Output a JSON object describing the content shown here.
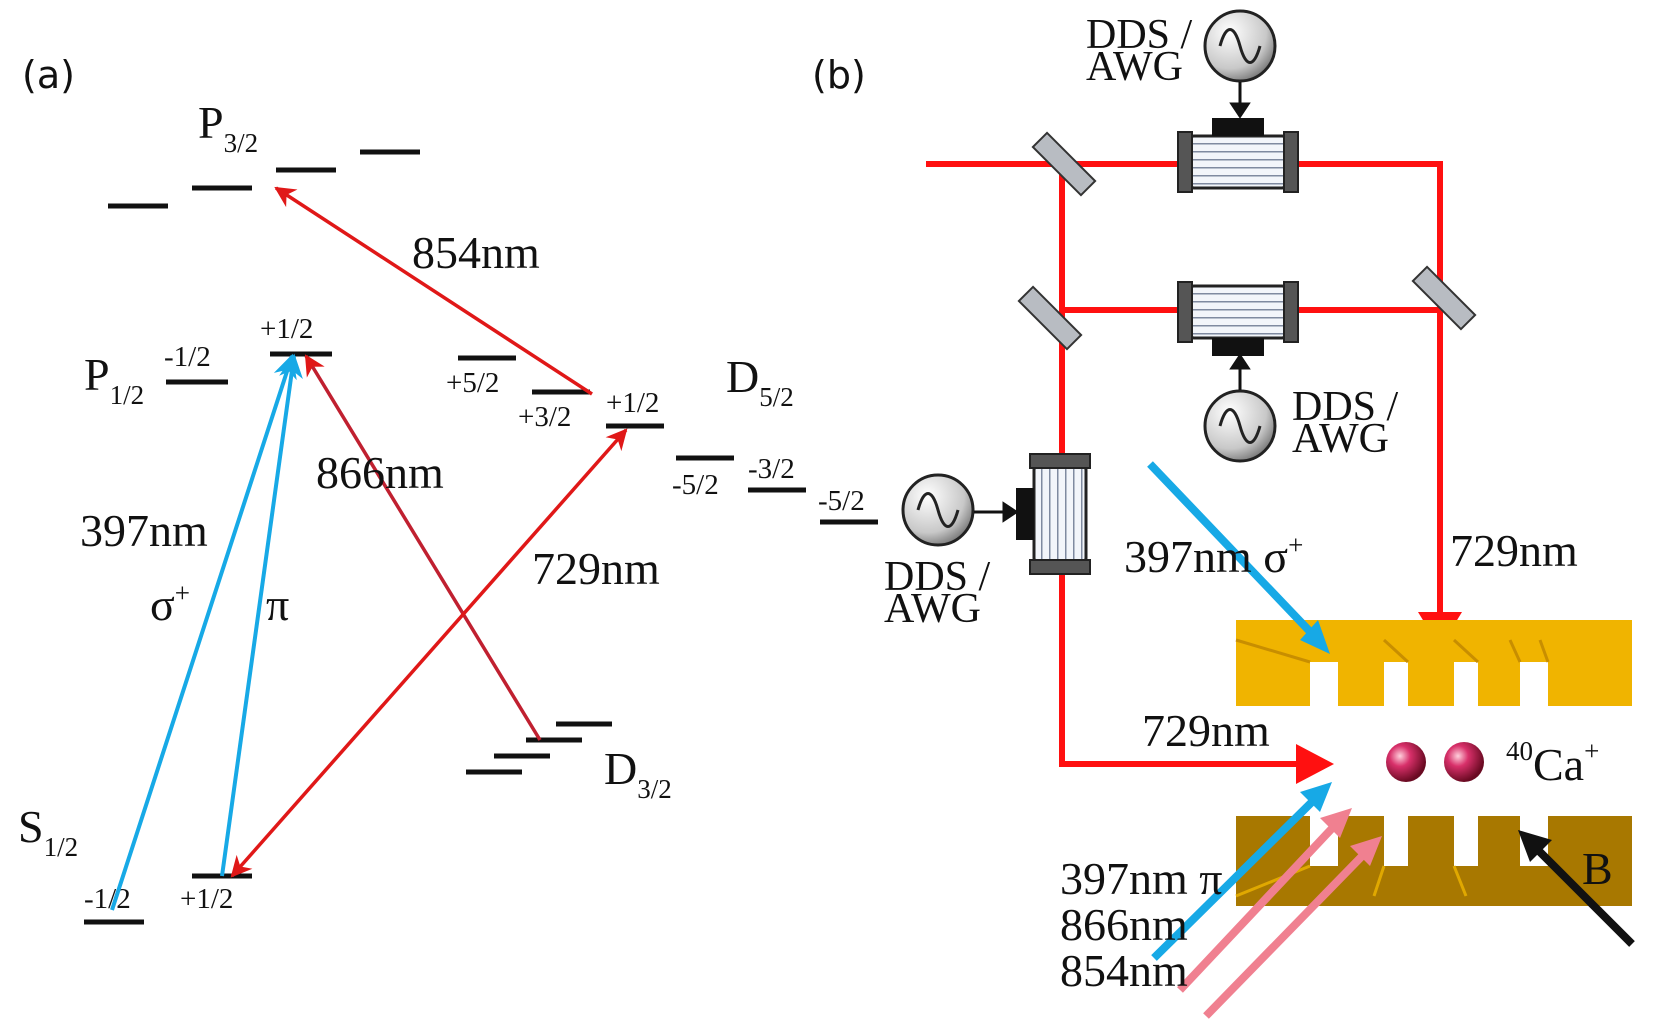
{
  "panels": {
    "a": "(a)",
    "b": "(b)"
  },
  "levels": {
    "p32": {
      "letter": "P",
      "sub": "3/2"
    },
    "p12": {
      "letter": "P",
      "sub": "1/2",
      "m_left": "-1/2",
      "m_right": "+1/2"
    },
    "s12": {
      "letter": "S",
      "sub": "1/2",
      "m_left": "-1/2",
      "m_right": "+1/2"
    },
    "d52": {
      "letter": "D",
      "sub": "5/2",
      "m1": "+5/2",
      "m2": "+3/2",
      "m3": "+1/2",
      "m4": "-5/2",
      "m5": "-3/2",
      "m6": "-5/2"
    },
    "d32": {
      "letter": "D",
      "sub": "3/2"
    }
  },
  "transitions": {
    "t854": "854nm",
    "t866": "866nm",
    "t397": "397nm",
    "sigma": "σ",
    "sigma_sup": "+",
    "pi": "π",
    "t729": "729nm"
  },
  "setup": {
    "dds_line1": "DDS /",
    "dds_line2": "AWG",
    "beam_397_sigma": "397nm σ",
    "beam_397_sigma_sup": "+",
    "beam_729_right": "729nm",
    "beam_729_left": "729nm",
    "ion_mass": "40",
    "ion_label": "Ca",
    "ion_charge": "+",
    "field_label": "B",
    "bottom_1": "397nm π",
    "bottom_2": "866nm",
    "bottom_3": "854nm"
  },
  "colors": {
    "red_beam": "#ff1010",
    "blue_beam": "#17a9e6",
    "pink_beam": "#f08090",
    "arrow_red": "#e01818",
    "electrode_top": "#f0b400",
    "electrode_bottom": "#a87800",
    "ion": "#c8204a",
    "text": "#111111"
  }
}
